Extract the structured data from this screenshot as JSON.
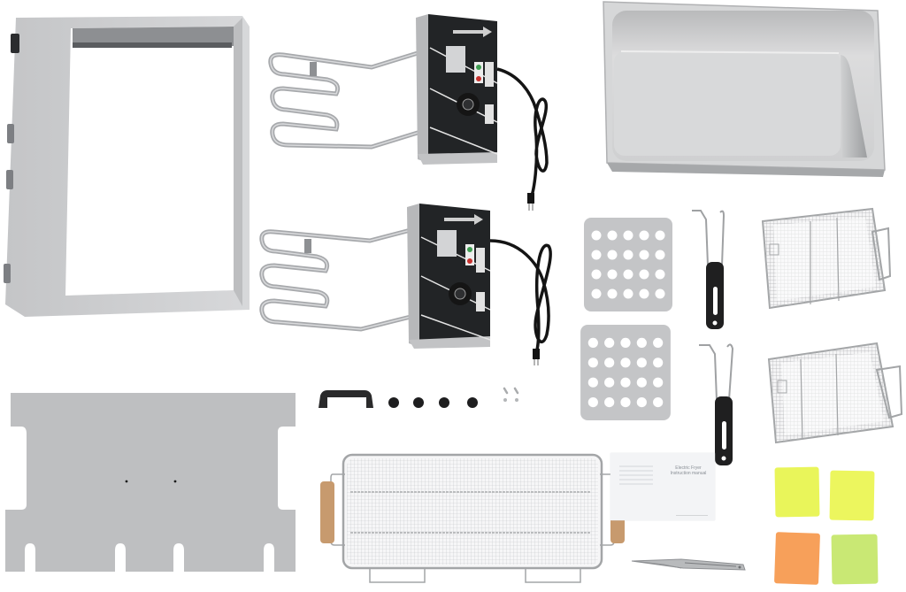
{
  "scene": {
    "title": "Electric deep fryer parts kit",
    "background": "#ffffff",
    "palette": {
      "steel_light": "#c9cacc",
      "steel_mid": "#a9abae",
      "steel_dark": "#7d8084",
      "black_panel": "#222426",
      "cord_black": "#141414",
      "wood": "#c79a6e",
      "sponge_yellow": "#e9f55a",
      "sponge_orange": "#f7a05a",
      "sponge_green": "#c9e874"
    }
  },
  "parts": [
    {
      "id": "housing-frame",
      "label": "Stainless steel outer housing frame",
      "count": 1
    },
    {
      "id": "heating-element-control-box",
      "label": "Heating element with control box",
      "count": 2
    },
    {
      "id": "oil-tank",
      "label": "Stainless steel oil tank",
      "count": 1
    },
    {
      "id": "perforated-plate",
      "label": "Perforated bottom plate",
      "count": 2
    },
    {
      "id": "basket-hook",
      "label": "Basket hook with black handle",
      "count": 2
    },
    {
      "id": "small-fry-basket",
      "label": "Small wire fry basket",
      "count": 2
    },
    {
      "id": "back-panel",
      "label": "Back panel sheet",
      "count": 1
    },
    {
      "id": "handle",
      "label": "Black handle",
      "count": 1
    },
    {
      "id": "rubber-feet",
      "label": "Rubber feet",
      "count": 4
    },
    {
      "id": "screws",
      "label": "Screws",
      "count": 2
    },
    {
      "id": "large-fry-basket",
      "label": "Large wire basket with wooden handles",
      "count": 1
    },
    {
      "id": "manual",
      "label": "Instruction manual",
      "count": 1
    },
    {
      "id": "tongs",
      "label": "Tongs",
      "count": 1
    },
    {
      "id": "sponges",
      "label": "Cleaning sponges",
      "count": 4
    }
  ],
  "manual": {
    "title_line1": "Electric Fryer",
    "title_line2": "Instruction manual"
  }
}
